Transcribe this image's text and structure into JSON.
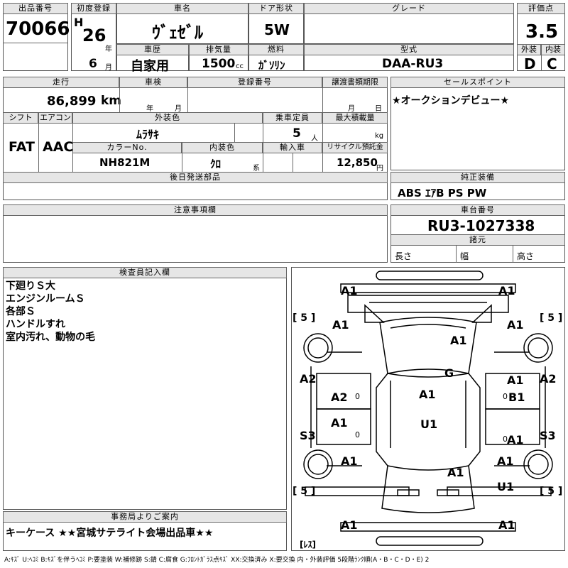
{
  "header": {
    "lot_label": "出品番号",
    "lot_number": "70066",
    "first_reg_label": "初度登録",
    "era": "H",
    "year": "26",
    "year_unit": "年",
    "month": "6",
    "month_unit": "月",
    "model_label": "車名",
    "model": "ｳﾞｪｾﾞﾙ",
    "door_label": "ドア形状",
    "door": "5W",
    "grade_label": "グレード",
    "grade": "",
    "score_label": "評価点",
    "score": "3.5",
    "ext_label": "外装",
    "ext_grade": "D",
    "int_label": "内装",
    "int_grade": "C",
    "history_label": "車歴",
    "history": "自家用",
    "displacement_label": "排気量",
    "displacement": "1500",
    "cc": "cc",
    "fuel_label": "燃料",
    "fuel": "ｶﾞｿﾘﾝ",
    "type_label": "型式",
    "type": "DAA-RU3"
  },
  "row2": {
    "mileage_label": "走行",
    "mileage": "86,899",
    "km": "km",
    "inspection_label": "車検",
    "insp_year_unit": "年",
    "insp_month_unit": "月",
    "reg_label": "登録番号",
    "transfer_label": "譲渡書類期限",
    "transfer_month": "月",
    "transfer_day": "日",
    "shift_label": "シフト",
    "shift": "FAT",
    "ac_label": "エアコン",
    "ac": "AAC",
    "exterior_color_label": "外装色",
    "exterior_color": "ﾑﾗｻｷ",
    "capacity_label": "乗車定員",
    "capacity": "5",
    "person_unit": "人",
    "maxload_label": "最大積載量",
    "kg": "kg",
    "color_no_label": "カラーNo.",
    "color_no": "NH821M",
    "interior_color_label": "内装色",
    "interior_color": "ｸﾛ",
    "kei": "系",
    "import_label": "輸入車",
    "recycle_label": "リサイクル預託金",
    "recycle": "12,850",
    "yen": "円",
    "later_parts_label": "後日発送部品"
  },
  "sales": {
    "label": "セールスポイント",
    "text": "★オークションデビュー★"
  },
  "equipment": {
    "label": "純正装備",
    "text": "ABS ｴｱB PS PW"
  },
  "notes": {
    "label": "注意事項欄"
  },
  "chassis": {
    "label": "車台番号",
    "number": "RU3-1027338"
  },
  "specs": {
    "label": "諸元",
    "length": "長さ",
    "width": "幅",
    "height": "高さ"
  },
  "inspector": {
    "label": "検査員記入欄",
    "lines": [
      "下廻りＳ大",
      "エンジンルームＳ",
      "各部Ｓ",
      "ハンドルすれ",
      "室内汚れ、動物の毛"
    ]
  },
  "office": {
    "label": "事務局よりご案内",
    "text": "キーケース ★★宮城サテライト会場出品車★★"
  },
  "diagram": {
    "marks": [
      "A1",
      "A1",
      "A1",
      "A1",
      "A1",
      "A2",
      "A2",
      "A1",
      "G",
      "A1",
      "B1",
      "A2",
      "A1",
      "U1",
      "S3",
      "A1",
      "S3",
      "A1",
      "A1",
      "A1",
      "U1",
      "A1",
      "A1"
    ],
    "tires": [
      "[ 5 ]",
      "[ 5 ]",
      "[ 5 ]",
      "[ 5 ]"
    ],
    "spare": "[ﾚｽ]",
    "zero": "0"
  },
  "legend": "A:ｷｽﾞ U:ﾍｺﾐ B:ｷｽﾞを伴うﾍｺﾐ P:要塗装 W:補修跡 S:錆 C:腐食 G:ﾌﾛﾝﾄｶﾞﾗｽ点ｷｽﾞ XX:交換済み X:要交換 内・外装評価 5段階ﾗﾝｸ順(A・B・C・D・E) 2"
}
